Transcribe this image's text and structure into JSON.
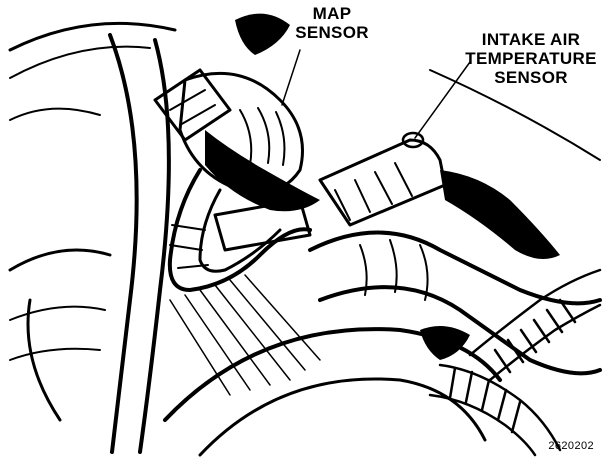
{
  "callouts": {
    "map_sensor": {
      "line1": "MAP",
      "line2": "SENSOR"
    },
    "intake_air_temperature_sensor": {
      "line1": "INTAKE AIR",
      "line2": "TEMPERATURE",
      "line3": "SENSOR"
    }
  },
  "figure_id": "2620202",
  "colors": {
    "ink": "#000000",
    "paper": "#ffffff"
  }
}
